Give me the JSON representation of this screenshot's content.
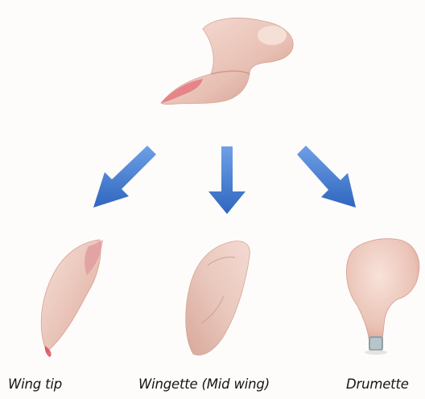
{
  "colors": {
    "background": "#fdfcfa",
    "arrow": "#2f66be",
    "arrow_highlight": "#6fa0e6",
    "meat_light": "#f3d6cf",
    "meat_mid": "#e2b4a8",
    "meat_shadow": "#c98a7c",
    "caption": "#151515"
  },
  "icons": [
    "whole-chicken-wing",
    "wing-tip",
    "wingette",
    "drumette",
    "arrow-down-left",
    "arrow-down",
    "arrow-down-right"
  ],
  "labels": {
    "wing_tip": "Wing tip",
    "wingette": "Wingette (Mid wing)",
    "drumette": "Drumette"
  }
}
